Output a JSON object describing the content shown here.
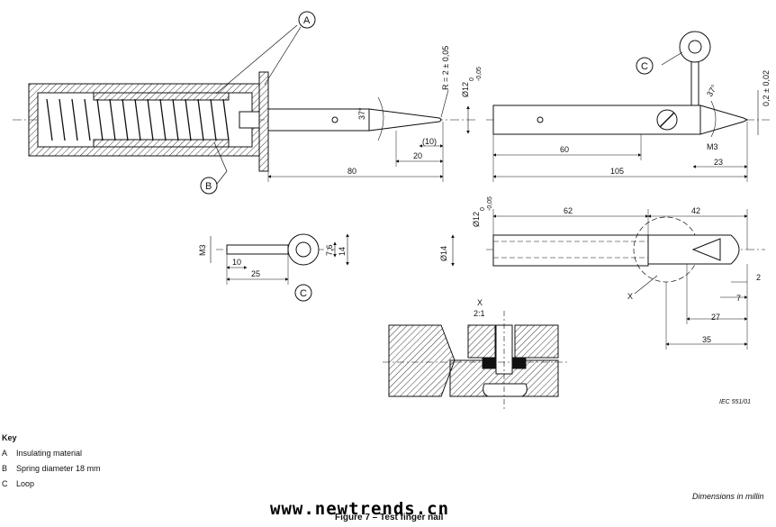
{
  "callouts": {
    "a": "A",
    "b": "B",
    "c": "C"
  },
  "dims": {
    "radius": "R = 2 ± 0,05",
    "dia12_top": "Ø12",
    "dia12_top_tol_upper": "0",
    "dia12_top_tol_lower": "-0,05",
    "angle_left": "37°",
    "len_10_paren": "(10)",
    "len_20": "20",
    "len_80": "80",
    "angle_right": "37°",
    "offset": "0,2 ± 0,02",
    "len_60": "60",
    "len_105": "105",
    "thread_m3": "M3",
    "len_23": "23",
    "loop_m3": "M3",
    "loop_7_6": "7,6",
    "loop_14": "14",
    "loop_10": "10",
    "loop_25": "25",
    "dia12_bottom": "Ø12",
    "dia12_bottom_tol_upper": "0",
    "dia12_bottom_tol_lower": "-0,05",
    "len_62": "62",
    "len_42": "42",
    "dia14": "Ø14",
    "len_2": "2",
    "len_7": "7",
    "len_27": "27",
    "len_35": "35",
    "detail_x": "X",
    "detail_label": "X",
    "detail_scale": "2:1"
  },
  "figure_ref": "IEC   551/01",
  "key": {
    "title": "Key",
    "items": [
      {
        "letter": "A",
        "text": "Insulating material"
      },
      {
        "letter": "B",
        "text": "Spring diameter 18 mm"
      },
      {
        "letter": "C",
        "text": "Loop"
      }
    ]
  },
  "dimensions_note": "Dimensions in millin",
  "caption": "Figure 7 – Test finger nail",
  "watermark": "www.newtrends.cn"
}
